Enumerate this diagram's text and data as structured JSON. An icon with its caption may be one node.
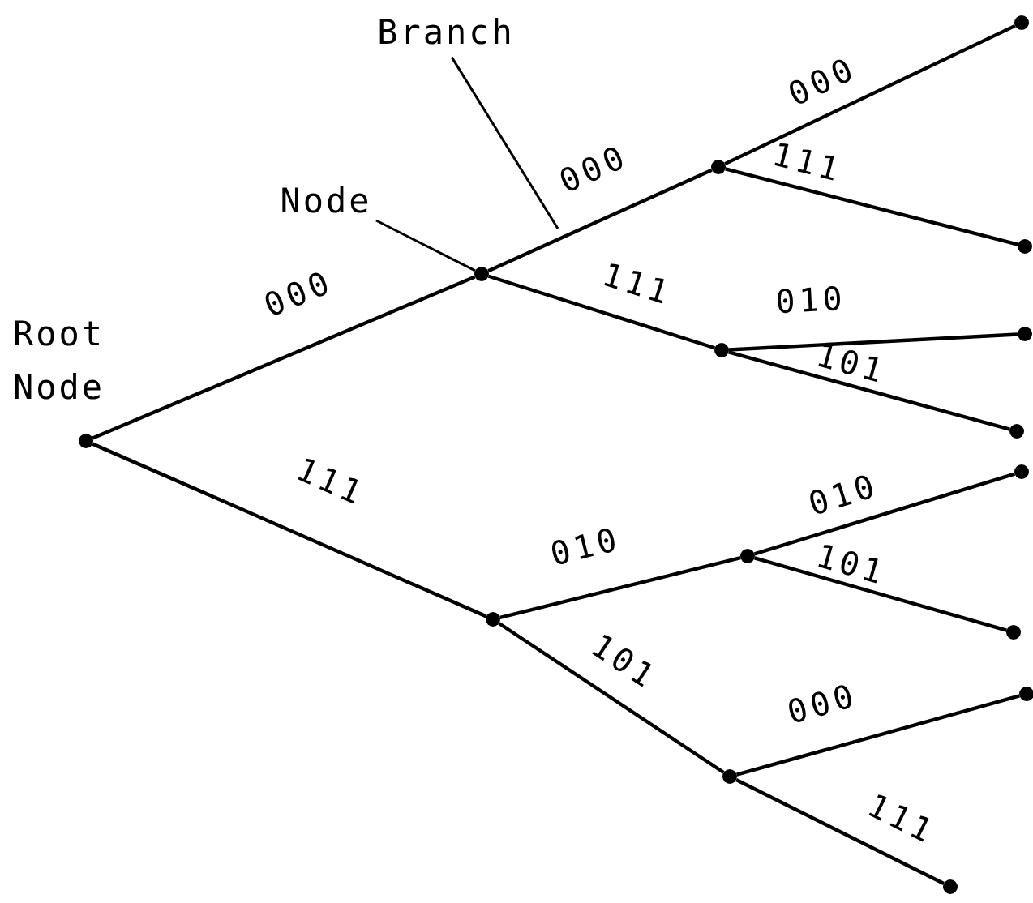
{
  "diagram": {
    "nodes": [
      {
        "text": [],
        "shape": "circle",
        "beside": [
          "Root Node"
        ]
      },
      {
        "text": [],
        "shape": "circle"
      },
      {
        "text": [],
        "shape": "circle"
      },
      {
        "text": [],
        "shape": "circle"
      },
      {
        "text": [],
        "shape": "circle"
      },
      {
        "text": [],
        "shape": "circle"
      },
      {
        "text": [],
        "shape": "circle"
      },
      {
        "text": [],
        "shape": "circle"
      },
      {
        "text": [],
        "shape": "circle"
      },
      {
        "text": [],
        "shape": "circle"
      },
      {
        "text": [],
        "shape": "circle"
      },
      {
        "text": [],
        "shape": "circle"
      },
      {
        "text": [],
        "shape": "circle"
      },
      {
        "text": [],
        "shape": "circle"
      },
      {
        "text": [],
        "shape": "circle"
      },
      {
        "text": [
          "Node"
        ]
      },
      {
        "text": [
          "Branch"
        ]
      }
    ],
    "edges": [
      {
        "from": 0,
        "to": 1,
        "arrow": "none",
        "label": "000"
      },
      {
        "from": 0,
        "to": 2,
        "arrow": "none",
        "label": "111"
      },
      {
        "from": 1,
        "to": 3,
        "arrow": "none",
        "label": "000"
      },
      {
        "from": 1,
        "to": 4,
        "arrow": "none",
        "label": "111"
      },
      {
        "from": 2,
        "to": 5,
        "arrow": "none",
        "label": "010"
      },
      {
        "from": 2,
        "to": 6,
        "arrow": "none",
        "label": "101"
      },
      {
        "from": 3,
        "to": 7,
        "arrow": "none",
        "label": "000"
      },
      {
        "from": 3,
        "to": 8,
        "arrow": "none",
        "label": "111"
      },
      {
        "from": 4,
        "to": 9,
        "arrow": "none",
        "label": "010"
      },
      {
        "from": 4,
        "to": 10,
        "arrow": "none",
        "label": "101"
      },
      {
        "from": 5,
        "to": 11,
        "arrow": "none",
        "label": "010"
      },
      {
        "from": 5,
        "to": 12,
        "arrow": "none",
        "label": "101"
      },
      {
        "from": 6,
        "to": 13,
        "arrow": "none",
        "label": "000"
      },
      {
        "from": 6,
        "to": 14,
        "arrow": "none",
        "label": "111"
      },
      {
        "from": 15,
        "to": 1,
        "arrow": "none"
      },
      {
        "from": 16,
        "to": null,
        "arrow": "none"
      }
    ]
  }
}
